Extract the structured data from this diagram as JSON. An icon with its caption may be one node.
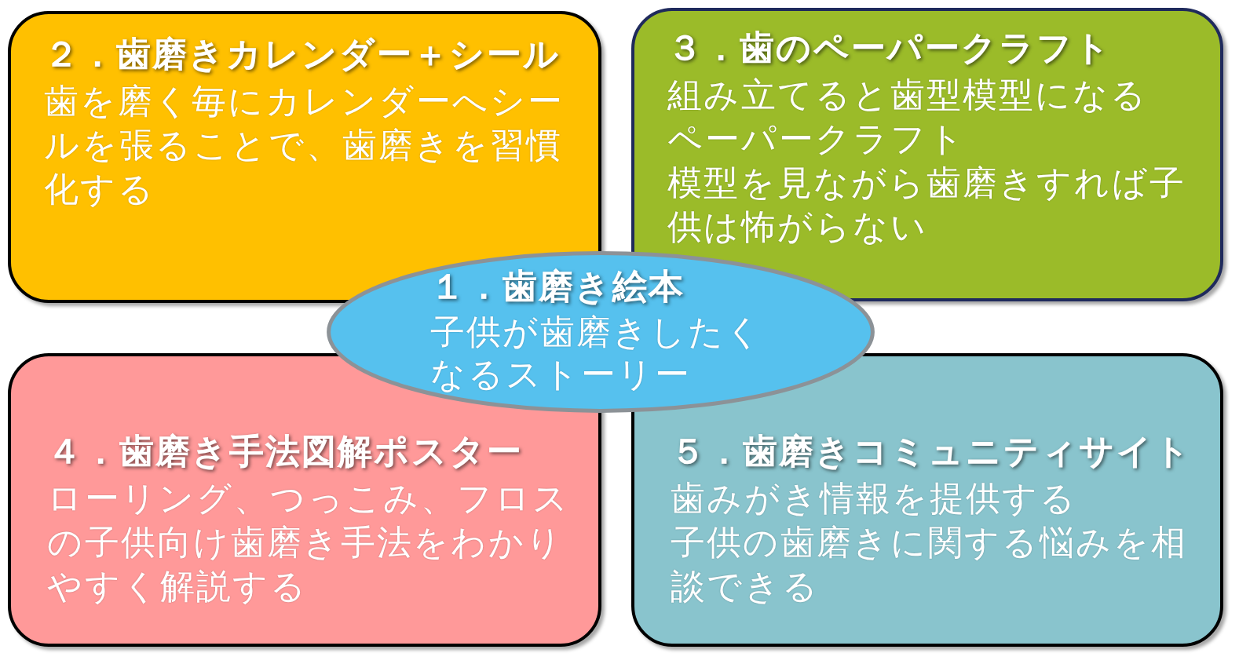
{
  "diagram": {
    "nodes": [
      {
        "text": [
          "２．歯磨きカレンダー＋シール",
          "歯を磨く毎にカレンダーへシールを張ることで、歯磨きを習慣化する"
        ]
      },
      {
        "text": [
          "３．歯のペーパークラフト",
          "組み立てると歯型模型になる",
          "ペーパークラフト",
          "模型を見ながら歯磨きすれば子供は怖がらない"
        ]
      },
      {
        "text": [
          "１．歯磨き絵本",
          "子供が歯磨きしたくなるストーリー"
        ]
      },
      {
        "text": [
          "４．歯磨き手法図解ポスター",
          "ローリング、つっこみ、フロスの子供向け歯磨き手法をわかりやすく解説する"
        ]
      },
      {
        "text": [
          "５．歯磨きコミュニティサイト",
          "歯みがき情報を提供する",
          "子供の歯磨きに関する悩みを相談できる"
        ]
      }
    ]
  }
}
